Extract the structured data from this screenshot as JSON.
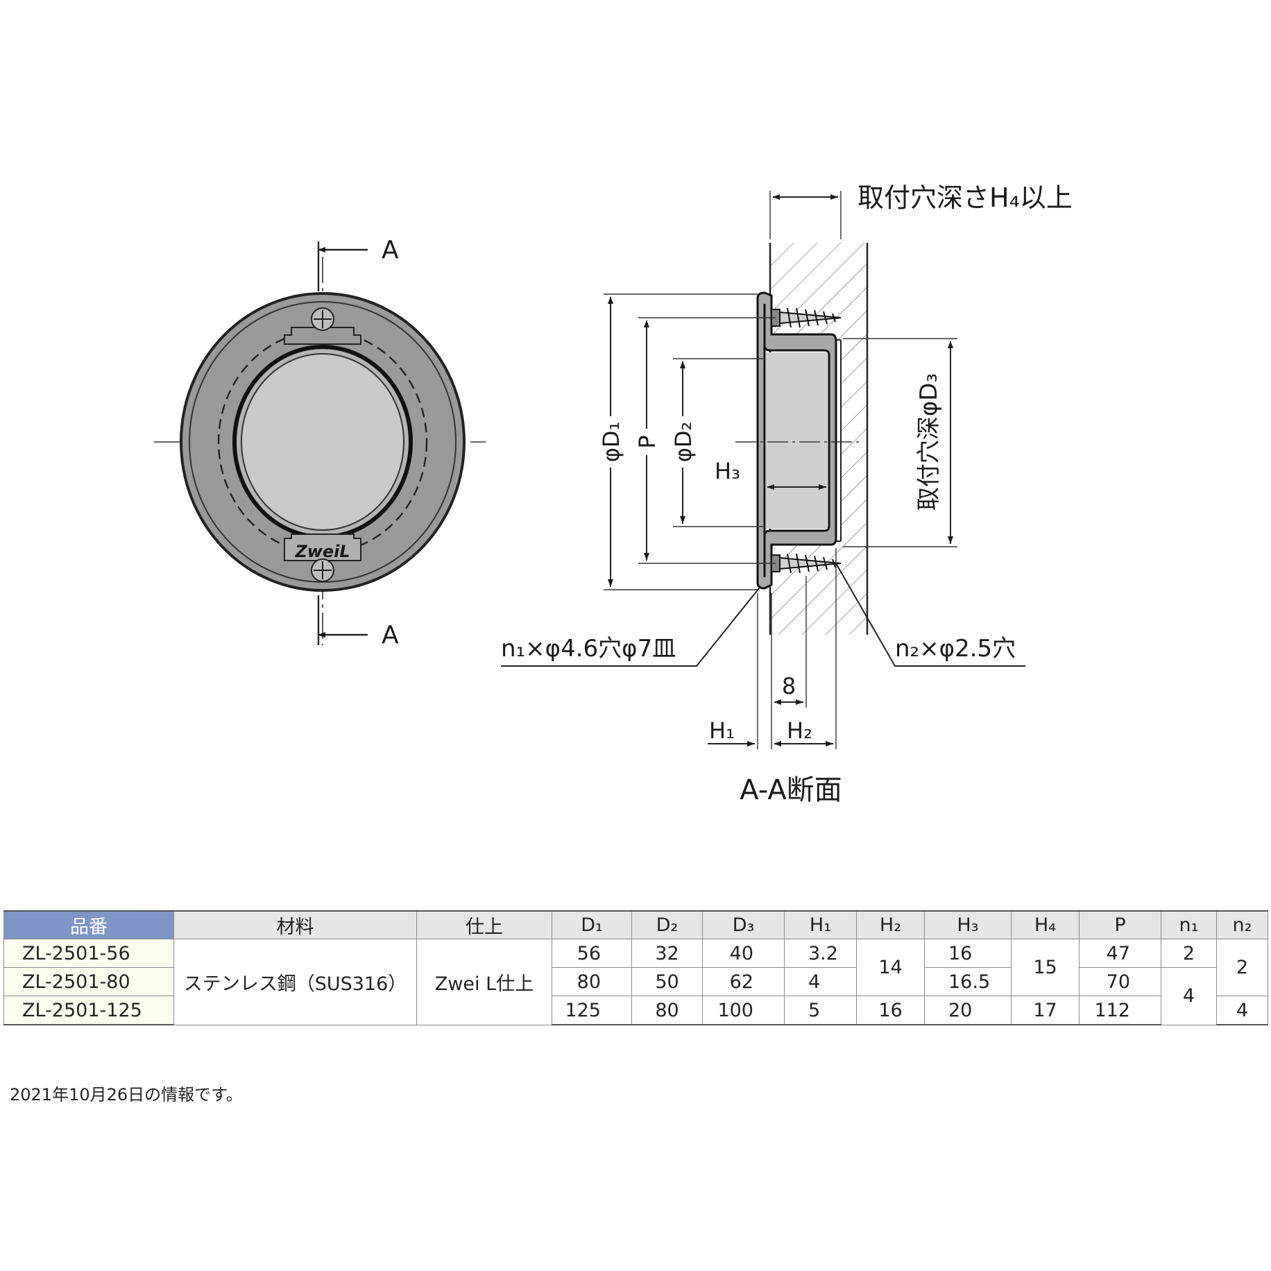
{
  "drawing": {
    "section_marker": "A",
    "front_logo": "ZweiL",
    "label_hole_depth": "取付穴深さH₄以上",
    "label_d1": "φD₁",
    "label_p": "P",
    "label_d2": "φD₂",
    "label_h3": "H₃",
    "label_d3": "取付穴深φD₃",
    "label_n1": "n₁×φ4.6穴φ7皿",
    "label_n2": "n₂×φ2.5穴",
    "label_8": "8",
    "label_h1": "H₁",
    "label_h2": "H₂",
    "caption": "A-A断面"
  },
  "table": {
    "headers": [
      "品番",
      "材料",
      "仕上",
      "D₁",
      "D₂",
      "D₃",
      "H₁",
      "H₂",
      "H₃",
      "H₄",
      "P",
      "n₁",
      "n₂"
    ],
    "rows": [
      {
        "part": "ZL-2501-56",
        "d1": "56",
        "d2": "32",
        "d3": "40",
        "h1": "3.2",
        "h3": "16",
        "p": "47",
        "n1": "2"
      },
      {
        "part": "ZL-2501-80",
        "d1": "80",
        "d2": "50",
        "d3": "62",
        "h1": "4",
        "h3": "16.5",
        "p": "70"
      },
      {
        "part": "ZL-2501-125",
        "d1": "125",
        "d2": "80",
        "d3": "100",
        "h1": "5",
        "h2": "16",
        "h3": "20",
        "h4": "17",
        "p": "112",
        "n2": "4"
      }
    ],
    "merged": {
      "material": "ステンレス鋼（SUS316）",
      "finish": "Zwei L仕上",
      "h2_top": "14",
      "h4_top": "15",
      "n1_bottom": "4",
      "n2_top": "2"
    }
  },
  "footer": "2021年10月26日の情報です。"
}
